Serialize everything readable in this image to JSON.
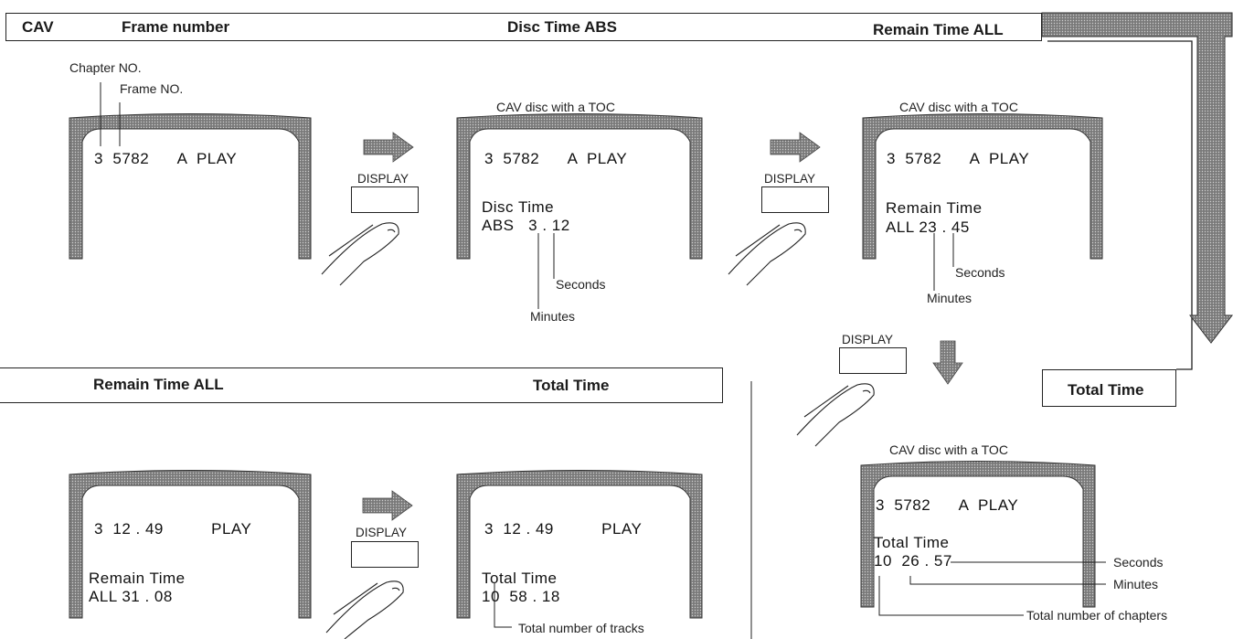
{
  "top_row": {
    "mode": "CAV",
    "step1": "Frame number",
    "step2": "Disc Time ABS",
    "step3": "Remain Time ALL",
    "step4": "Total Time"
  },
  "bottom_row": {
    "step1": "Remain Time ALL",
    "step2": "Total Time"
  },
  "button_label": "DISPLAY",
  "caption_toc": "CAV disc with a TOC",
  "screen1": {
    "line1": "3  5782      A  PLAY",
    "callout_chapter": "Chapter NO.",
    "callout_frame": "Frame NO."
  },
  "screen2": {
    "line1": "3  5782      A  PLAY",
    "line2": "Disc Time",
    "line3": "ABS   3 . 12",
    "callout_seconds": "Seconds",
    "callout_minutes": "Minutes"
  },
  "screen3": {
    "line1": "3  5782      A  PLAY",
    "line2": "Remain Time",
    "line3": "ALL 23 . 45",
    "callout_seconds": "Seconds",
    "callout_minutes": "Minutes"
  },
  "screen4": {
    "line1": "3  5782      A  PLAY",
    "line2": "Total Time",
    "line3": "10  26 . 57",
    "callout_seconds": "Seconds",
    "callout_minutes": "Minutes",
    "callout_chapters": "Total number of chapters"
  },
  "screen5": {
    "line1": "3  12 . 49          PLAY",
    "line2": "Remain Time",
    "line3": "ALL 31 . 08"
  },
  "screen6": {
    "line1": "3  12 . 49          PLAY",
    "line2": "Total Time",
    "line3": "10  58 . 18",
    "callout_tracks": "Total number of tracks"
  }
}
